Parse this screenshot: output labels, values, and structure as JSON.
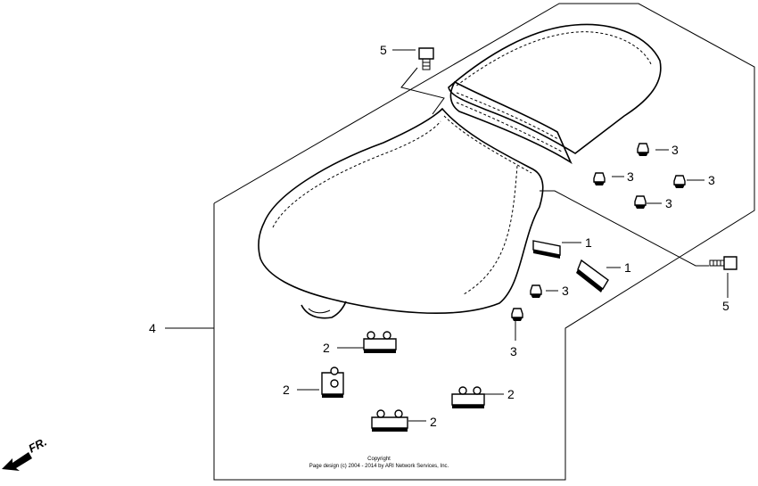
{
  "callouts": [
    {
      "id": "1a",
      "label": "1"
    },
    {
      "id": "1b",
      "label": "1"
    },
    {
      "id": "2a",
      "label": "2"
    },
    {
      "id": "2b",
      "label": "2"
    },
    {
      "id": "2c",
      "label": "2"
    },
    {
      "id": "2d",
      "label": "2"
    },
    {
      "id": "3a",
      "label": "3"
    },
    {
      "id": "3b",
      "label": "3"
    },
    {
      "id": "3c",
      "label": "3"
    },
    {
      "id": "3d",
      "label": "3"
    },
    {
      "id": "3e",
      "label": "3"
    },
    {
      "id": "3f",
      "label": "3"
    },
    {
      "id": "4",
      "label": "4"
    },
    {
      "id": "5a",
      "label": "5"
    },
    {
      "id": "5b",
      "label": "5"
    }
  ],
  "copyright": {
    "line1": "Copyright",
    "line2": "Page design (c) 2004 - 2014 by ARI Network Services, Inc."
  },
  "direction": {
    "label": "FR."
  }
}
